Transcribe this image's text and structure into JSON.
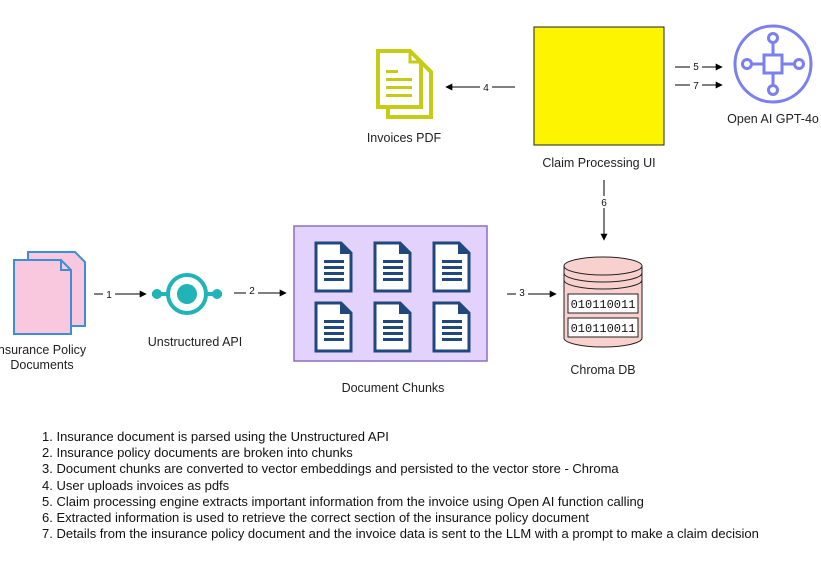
{
  "nodes": {
    "insurance_docs": "Insurance Policy\nDocuments",
    "unstructured_api": "Unstructured API",
    "document_chunks": "Document Chunks",
    "chroma_db": "Chroma DB",
    "chroma_bits_1": "010110011",
    "chroma_bits_2": "010110011",
    "claim_ui": "Claim Processing UI",
    "invoices_pdf": "Invoices PDF",
    "openai": "Open AI GPT-4o"
  },
  "edges": {
    "e1": "1",
    "e2": "2",
    "e3": "3",
    "e4": "4",
    "e5": "5",
    "e6": "6",
    "e7": "7"
  },
  "notes": [
    "1. Insurance document is parsed using the Unstructured API",
    "2. Insurance policy documents are broken into chunks",
    "3. Document chunks are converted to vector embeddings and persisted to the vector store - Chroma",
    "4. User uploads invoices as pdfs",
    "5. Claim processing engine extracts important information from the invoice using Open AI function calling",
    "6. Extracted information is used to retrieve the correct section of the insurance policy document",
    "7. Details from the insurance policy document and the invoice data is sent to the LLM with a prompt to make a claim decision"
  ],
  "colors": {
    "doc_pink": "#f9c8de",
    "doc_blue_border": "#3d8ed6",
    "api_teal": "#20b3b7",
    "chunks_bg": "#e3d2fb",
    "chunks_border": "#8b6ec4",
    "chunk_icon": "#21477f",
    "chroma_pink": "#f8d1cf",
    "claim_yellow": "#fcf400",
    "pdf_olive": "#c6cc15",
    "openai_purple": "#7b7ff0"
  }
}
